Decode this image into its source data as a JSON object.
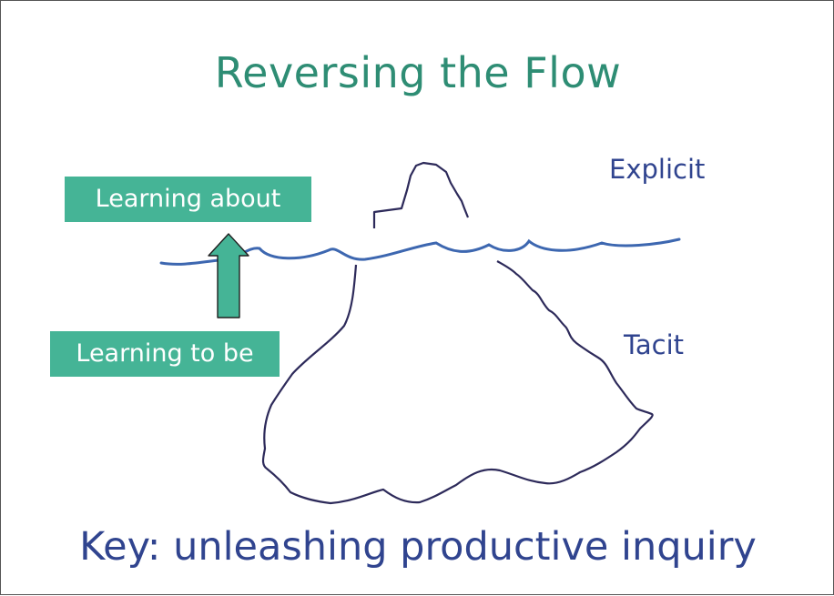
{
  "title": "Reversing the Flow",
  "labels": {
    "learning_about": "Learning about",
    "learning_to_be": "Learning to be"
  },
  "layers": {
    "explicit": "Explicit",
    "tacit": "Tacit"
  },
  "key": "Key: unleashing productive inquiry",
  "colors": {
    "title": "#2e8d74",
    "box": "#45b496",
    "text_blue": "#30448f",
    "water": "#3d67b0",
    "iceberg": "#2d2a5a",
    "arrow": "#45b496"
  },
  "icons": {
    "arrow": "up-arrow-icon",
    "iceberg": "iceberg-outline",
    "water": "water-line"
  }
}
